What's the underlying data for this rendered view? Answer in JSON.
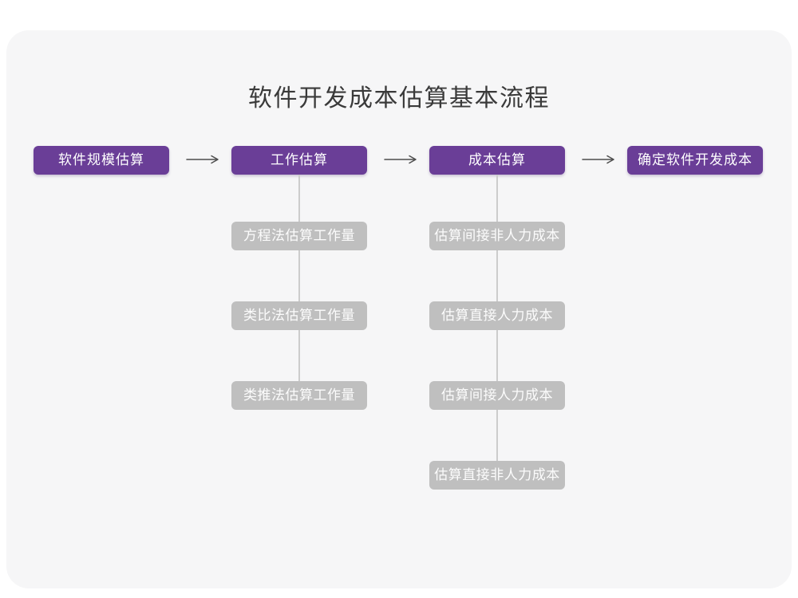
{
  "title": "软件开发成本估算基本流程",
  "colors": {
    "card_bg": "#f6f6f7",
    "stage_bg": "#6a3e97",
    "sub_bg": "#bfbfbf",
    "connector": "#cccccc",
    "arrow": "#4d4d4d",
    "title_color": "#3a3a3a"
  },
  "icons": {
    "arrow_right": "→"
  },
  "flow": {
    "stages": [
      {
        "label": "软件规模估算"
      },
      {
        "label": "工作估算"
      },
      {
        "label": "成本估算"
      },
      {
        "label": "确定软件开发成本"
      }
    ],
    "work_substeps": [
      {
        "label": "方程法估算工作量"
      },
      {
        "label": "类比法估算工作量"
      },
      {
        "label": "类推法估算工作量"
      }
    ],
    "cost_substeps": [
      {
        "label": "估算间接非人力成本"
      },
      {
        "label": "估算直接人力成本"
      },
      {
        "label": "估算间接人力成本"
      },
      {
        "label": "估算直接非人力成本"
      }
    ]
  }
}
